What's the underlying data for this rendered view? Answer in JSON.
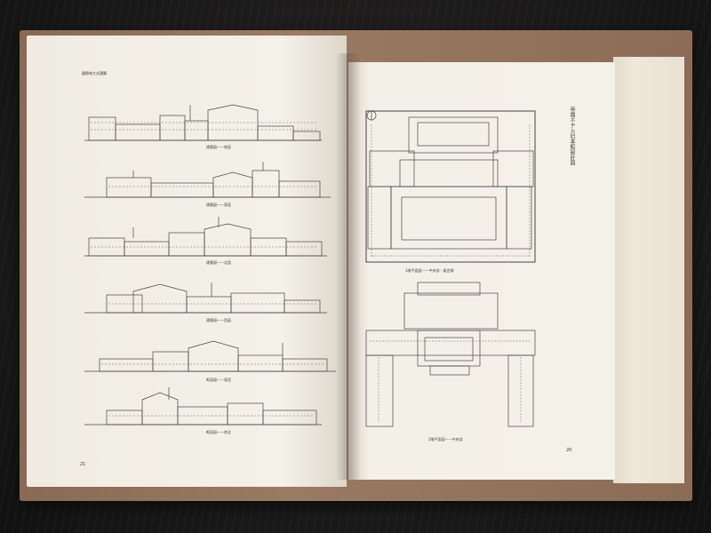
{
  "book": {
    "left_page": {
      "running_header": "國際帝大式建築",
      "page_number": "21",
      "elevation_captions": [
        "建築図——南面",
        "建築図——東面",
        "建築図——北面",
        "建築図——西面",
        "断面図——東西",
        "断面図——南北"
      ]
    },
    "right_page": {
      "vertical_title": "帝國ホテル旧本館設計図",
      "page_number": "20",
      "plan_captions": [
        "1階平面図——中央部・宴会棟",
        "2階平面図——中央部"
      ]
    }
  },
  "colors": {
    "background": "#1c1b1b",
    "cover": "#9b7a62",
    "paper": "#f4f1e8",
    "ink": "#3a3632"
  }
}
